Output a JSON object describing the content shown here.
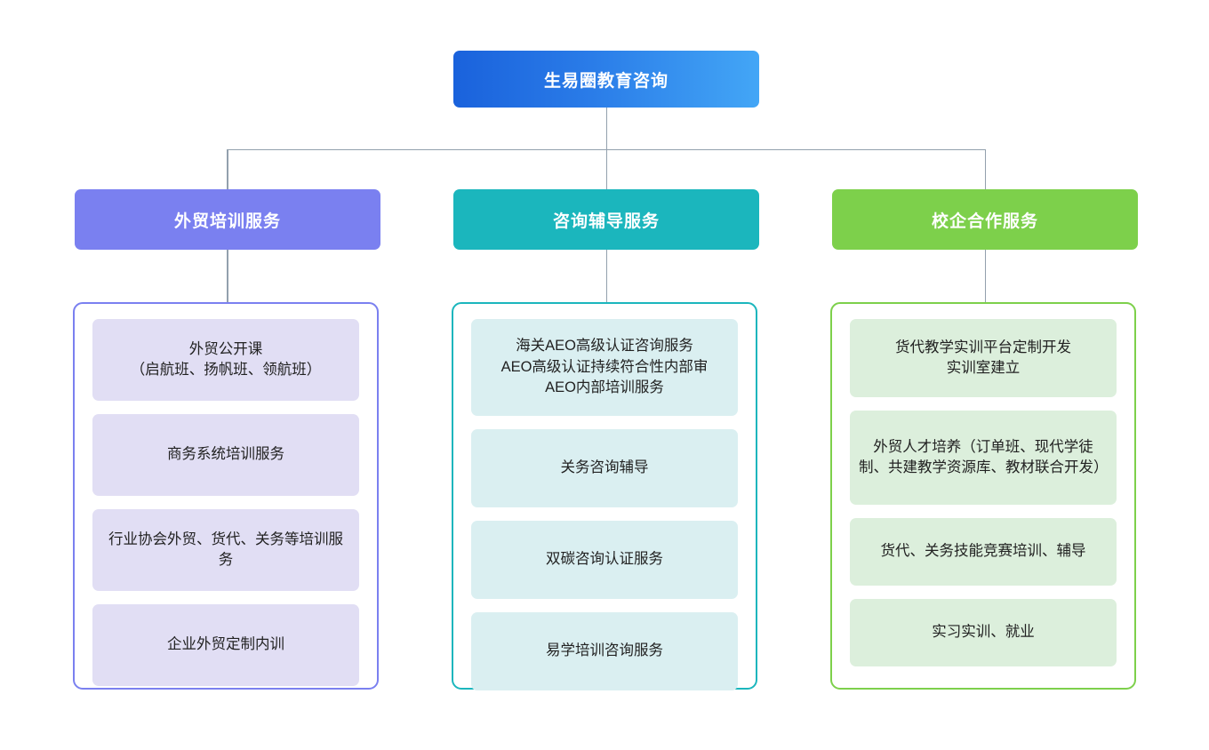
{
  "root": {
    "label": "生易圈教育咨询",
    "gradient_from": "#1a62dc",
    "gradient_to": "#43a6f6"
  },
  "connector_color": "#93a0ad",
  "columns": [
    {
      "id": "foreign-trade-training",
      "header": "外贸培训服务",
      "header_color": "#7a80f0",
      "item_color": "#e1def4",
      "items": [
        "外贸公开课\n（启航班、扬帆班、领航班）",
        "商务系统培训服务",
        "行业协会外贸、货代、关务等培训服务",
        "企业外贸定制内训"
      ]
    },
    {
      "id": "consulting-coaching",
      "header": "咨询辅导服务",
      "header_color": "#1bb6bd",
      "item_color": "#daeff1",
      "items": [
        "海关AEO高级认证咨询服务\nAEO高级认证持续符合性内部审\nAEO内部培训服务",
        "关务咨询辅导",
        "双碳咨询认证服务",
        "易学培训咨询服务"
      ]
    },
    {
      "id": "school-enterprise-cooperation",
      "header": "校企合作服务",
      "header_color": "#7dd04b",
      "item_color": "#dcefdc",
      "items": [
        "货代教学实训平台定制开发\n实训室建立",
        "外贸人才培养（订单班、现代学徒制、共建教学资源库、教材联合开发）",
        "货代、关务技能竞赛培训、辅导",
        "实习实训、就业"
      ]
    }
  ]
}
